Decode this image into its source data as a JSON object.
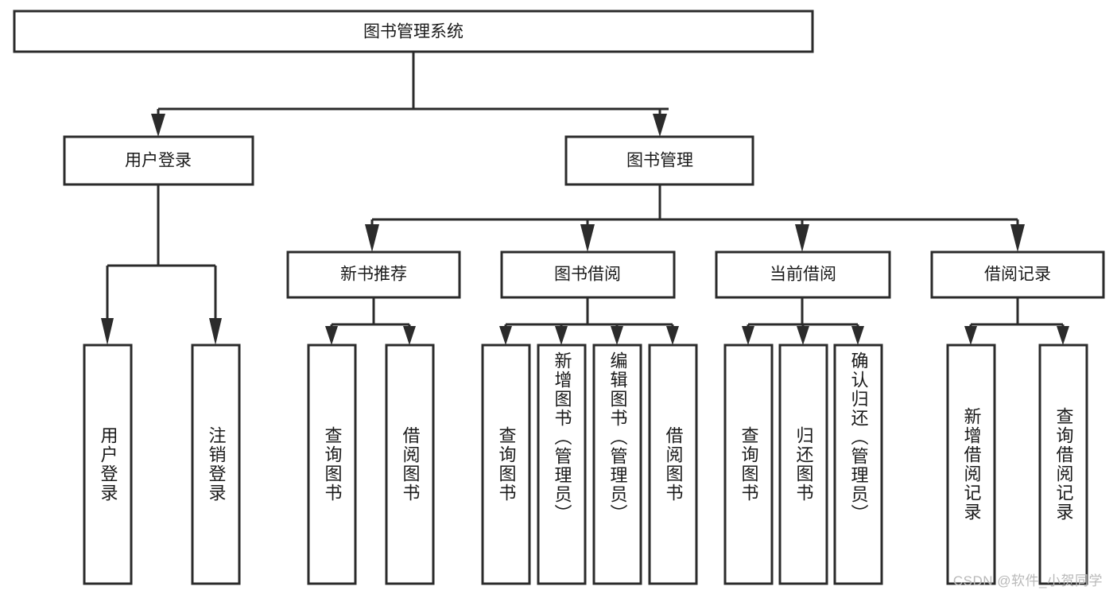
{
  "diagram": {
    "title": "图书管理系统",
    "type": "tree-hierarchy-diagram",
    "colors": {
      "box_stroke": "#2b2b2b",
      "box_fill": "#ffffff",
      "text": "#1a1a1a",
      "background": "#ffffff",
      "watermark": "#b9b9b9"
    },
    "root": {
      "label": "图书管理系统"
    },
    "level2": [
      {
        "label": "用户登录"
      },
      {
        "label": "图书管理"
      }
    ],
    "level3": [
      {
        "label": "新书推荐"
      },
      {
        "label": "图书借阅"
      },
      {
        "label": "当前借阅"
      },
      {
        "label": "借阅记录"
      }
    ],
    "leaves": {
      "user_login": [
        {
          "label": "用户登录"
        },
        {
          "label": "注销登录"
        }
      ],
      "new_book_recommend": [
        {
          "label": "查询图书"
        },
        {
          "label": "借阅图书"
        }
      ],
      "book_borrow": [
        {
          "label": "查询图书"
        },
        {
          "label": "新增图书（管理员）"
        },
        {
          "label": "编辑图书（管理员）"
        },
        {
          "label": "借阅图书"
        }
      ],
      "current_borrow": [
        {
          "label": "查询图书"
        },
        {
          "label": "归还图书"
        },
        {
          "label": "确认归还（管理员）"
        }
      ],
      "borrow_records": [
        {
          "label": "新增借阅记录"
        },
        {
          "label": "查询借阅记录"
        }
      ]
    }
  },
  "watermark": {
    "text": "CSDN @软件_小贺同学"
  }
}
